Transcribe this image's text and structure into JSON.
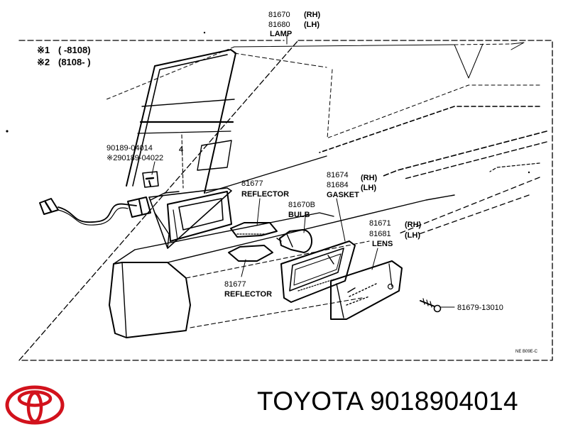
{
  "diagram": {
    "lamp": {
      "rh": "81670",
      "rh_tag": "(RH)",
      "lh": "81680",
      "lh_tag": "(LH)",
      "name": "LAMP"
    },
    "legend": {
      "row1_mark": "※1",
      "row1_range": "(      -8108)",
      "row2_mark": "※2",
      "row2_range": "(8108-       )"
    },
    "socket": {
      "part1": "90189-04014",
      "qty": "4",
      "part2": "※290189-04022"
    },
    "reflector_top": {
      "part": "81677",
      "name": "REFLECTOR"
    },
    "bulb": {
      "part": "81670B",
      "name": "BULB"
    },
    "gasket": {
      "rh": "81674",
      "rh_tag": "(RH)",
      "lh": "81684",
      "lh_tag": "(LH)",
      "name": "GASKET"
    },
    "lens": {
      "rh": "81671",
      "rh_tag": "(RH)",
      "lh": "81681",
      "lh_tag": "(LH)",
      "name": "LENS"
    },
    "reflector_bottom": {
      "part": "81677",
      "name": "REFLECTOR"
    },
    "screw": {
      "part": "81679-13010"
    },
    "drawing_code": "NE B09E-C"
  },
  "footer": {
    "brand": "TOYOTA",
    "part_number": "9018904014"
  },
  "colors": {
    "logo_red": "#d2121c",
    "ink": "#000000"
  }
}
